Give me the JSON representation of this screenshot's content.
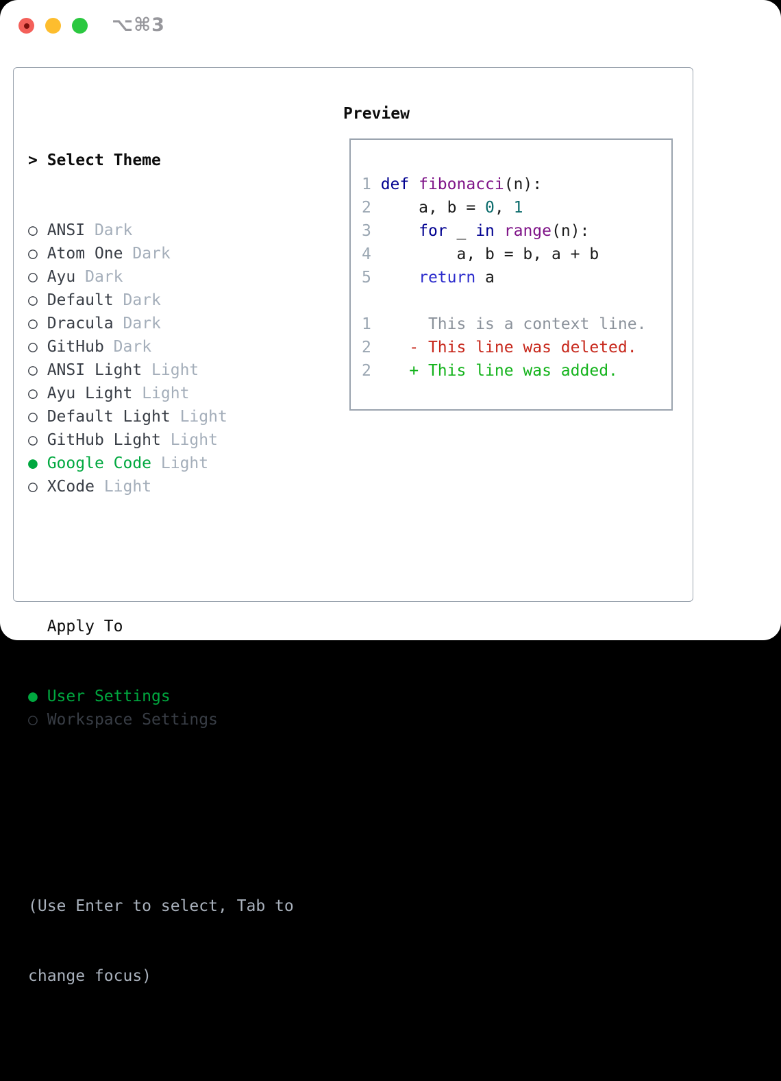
{
  "window": {
    "shortcut_label": "⌥⌘3"
  },
  "icons": {
    "radio_unselected": "○",
    "radio_selected": "●",
    "prompt": "> "
  },
  "sidebar": {
    "header": "Select Theme",
    "themes": [
      {
        "name": "ANSI",
        "tag": "Dark",
        "selected": false
      },
      {
        "name": "Atom One",
        "tag": "Dark",
        "selected": false
      },
      {
        "name": "Ayu",
        "tag": "Dark",
        "selected": false
      },
      {
        "name": "Default",
        "tag": "Dark",
        "selected": false
      },
      {
        "name": "Dracula",
        "tag": "Dark",
        "selected": false
      },
      {
        "name": "GitHub",
        "tag": "Dark",
        "selected": false
      },
      {
        "name": "ANSI Light",
        "tag": "Light",
        "selected": false
      },
      {
        "name": "Ayu Light",
        "tag": "Light",
        "selected": false
      },
      {
        "name": "Default Light",
        "tag": "Light",
        "selected": false
      },
      {
        "name": "GitHub Light",
        "tag": "Light",
        "selected": false
      },
      {
        "name": "Google Code",
        "tag": "Light",
        "selected": true
      },
      {
        "name": "XCode",
        "tag": "Light",
        "selected": false
      }
    ],
    "apply_to": {
      "label": "Apply To",
      "options": [
        {
          "name": "User Settings",
          "selected": true
        },
        {
          "name": "Workspace Settings",
          "selected": false
        }
      ]
    },
    "hint_line1": "(Use Enter to select, Tab to",
    "hint_line2": "change focus)"
  },
  "preview": {
    "header": "Preview",
    "lines": [
      {
        "tokens": [
          {
            "s": "ln",
            "t": "1 "
          },
          {
            "s": "kw",
            "t": "def"
          },
          {
            "s": "pl",
            "t": " "
          },
          {
            "s": "fn",
            "t": "fibonacci"
          },
          {
            "s": "pl",
            "t": "(n):"
          }
        ]
      },
      {
        "tokens": [
          {
            "s": "ln",
            "t": "2"
          },
          {
            "s": "pl",
            "t": "     a, b = "
          },
          {
            "s": "num",
            "t": "0"
          },
          {
            "s": "pl",
            "t": ", "
          },
          {
            "s": "num",
            "t": "1"
          }
        ]
      },
      {
        "tokens": [
          {
            "s": "ln",
            "t": "3"
          },
          {
            "s": "pl",
            "t": "     "
          },
          {
            "s": "kw",
            "t": "for"
          },
          {
            "s": "pl",
            "t": " _ "
          },
          {
            "s": "kw",
            "t": "in"
          },
          {
            "s": "pl",
            "t": " "
          },
          {
            "s": "fn",
            "t": "range"
          },
          {
            "s": "pl",
            "t": "(n):"
          }
        ]
      },
      {
        "tokens": [
          {
            "s": "ln",
            "t": "4"
          },
          {
            "s": "pl",
            "t": "         a, b = b, a + b"
          }
        ]
      },
      {
        "tokens": [
          {
            "s": "ln",
            "t": "5"
          },
          {
            "s": "pl",
            "t": "     "
          },
          {
            "s": "kw2",
            "t": "return"
          },
          {
            "s": "pl",
            "t": " a"
          }
        ]
      },
      {
        "tokens": []
      },
      {
        "tokens": [
          {
            "s": "ln",
            "t": "1"
          },
          {
            "s": "ctx",
            "t": "      This is a context line."
          }
        ]
      },
      {
        "tokens": [
          {
            "s": "ln",
            "t": "2"
          },
          {
            "s": "pl",
            "t": "    "
          },
          {
            "s": "del",
            "t": "- This line was deleted."
          }
        ]
      },
      {
        "tokens": [
          {
            "s": "ln",
            "t": "2"
          },
          {
            "s": "pl",
            "t": "    "
          },
          {
            "s": "add",
            "t": "+ This line was added."
          }
        ]
      }
    ]
  },
  "colors": {
    "accent_green": "#00a83f",
    "added_green": "#14b31c",
    "deleted_red": "#c7271b",
    "context_gray": "#8b929b",
    "keyword_blue": "#000090",
    "return_blue": "#2b2bcc",
    "function_purple": "#7f1488",
    "number_teal": "#0a6b6b",
    "line_number_gray": "#9aa6b2",
    "tag_gray": "#a4aeba",
    "text_dark": "#383d45",
    "border_gray": "#9aa3ae",
    "traffic_red": "#f4605a",
    "traffic_yellow": "#fdbd2e",
    "traffic_green": "#2bc840"
  }
}
